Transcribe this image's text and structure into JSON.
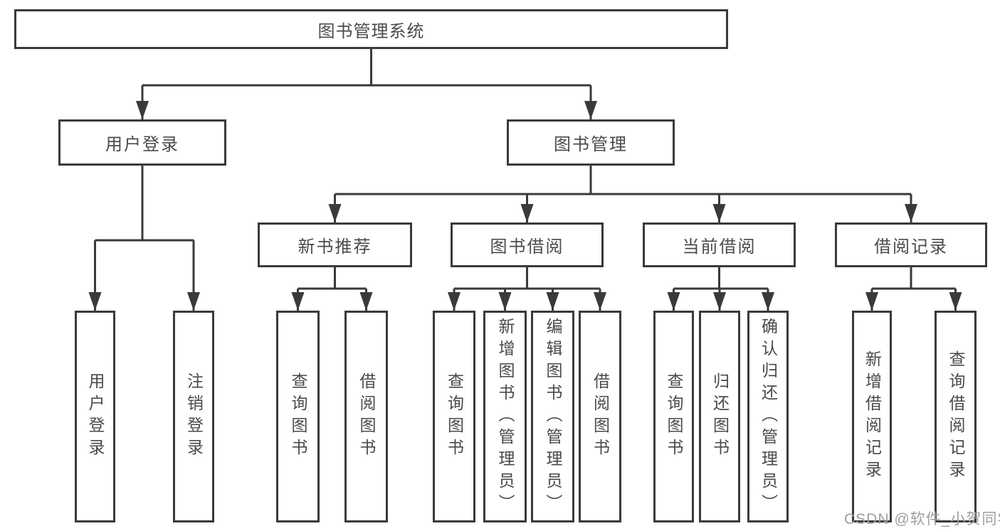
{
  "title": "图书管理系统",
  "watermark": "CSDN @软件_小贺同学",
  "colors": {
    "line": "#3a3a3a",
    "text": "#4a4a4a",
    "watermark": "#9e9e9e",
    "background": "#ffffff"
  },
  "tree": {
    "root": {
      "label": "图书管理系统"
    },
    "branches": [
      {
        "label": "用户登录",
        "children": [
          {
            "label": "用户登录"
          },
          {
            "label": "注销登录"
          }
        ]
      },
      {
        "label": "图书管理",
        "children": [
          {
            "label": "新书推荐",
            "children": [
              {
                "label": "查询图书"
              },
              {
                "label": "借阅图书"
              }
            ]
          },
          {
            "label": "图书借阅",
            "children": [
              {
                "label": "查询图书"
              },
              {
                "label": "新增图书（管理员）"
              },
              {
                "label": "编辑图书（管理员）"
              },
              {
                "label": "借阅图书"
              }
            ]
          },
          {
            "label": "当前借阅",
            "children": [
              {
                "label": "查询图书"
              },
              {
                "label": "归还图书"
              },
              {
                "label": "确认归还（管理员）"
              }
            ]
          },
          {
            "label": "借阅记录",
            "children": [
              {
                "label": "新增借阅记录"
              },
              {
                "label": "查询借阅记录"
              }
            ]
          }
        ]
      }
    ]
  }
}
